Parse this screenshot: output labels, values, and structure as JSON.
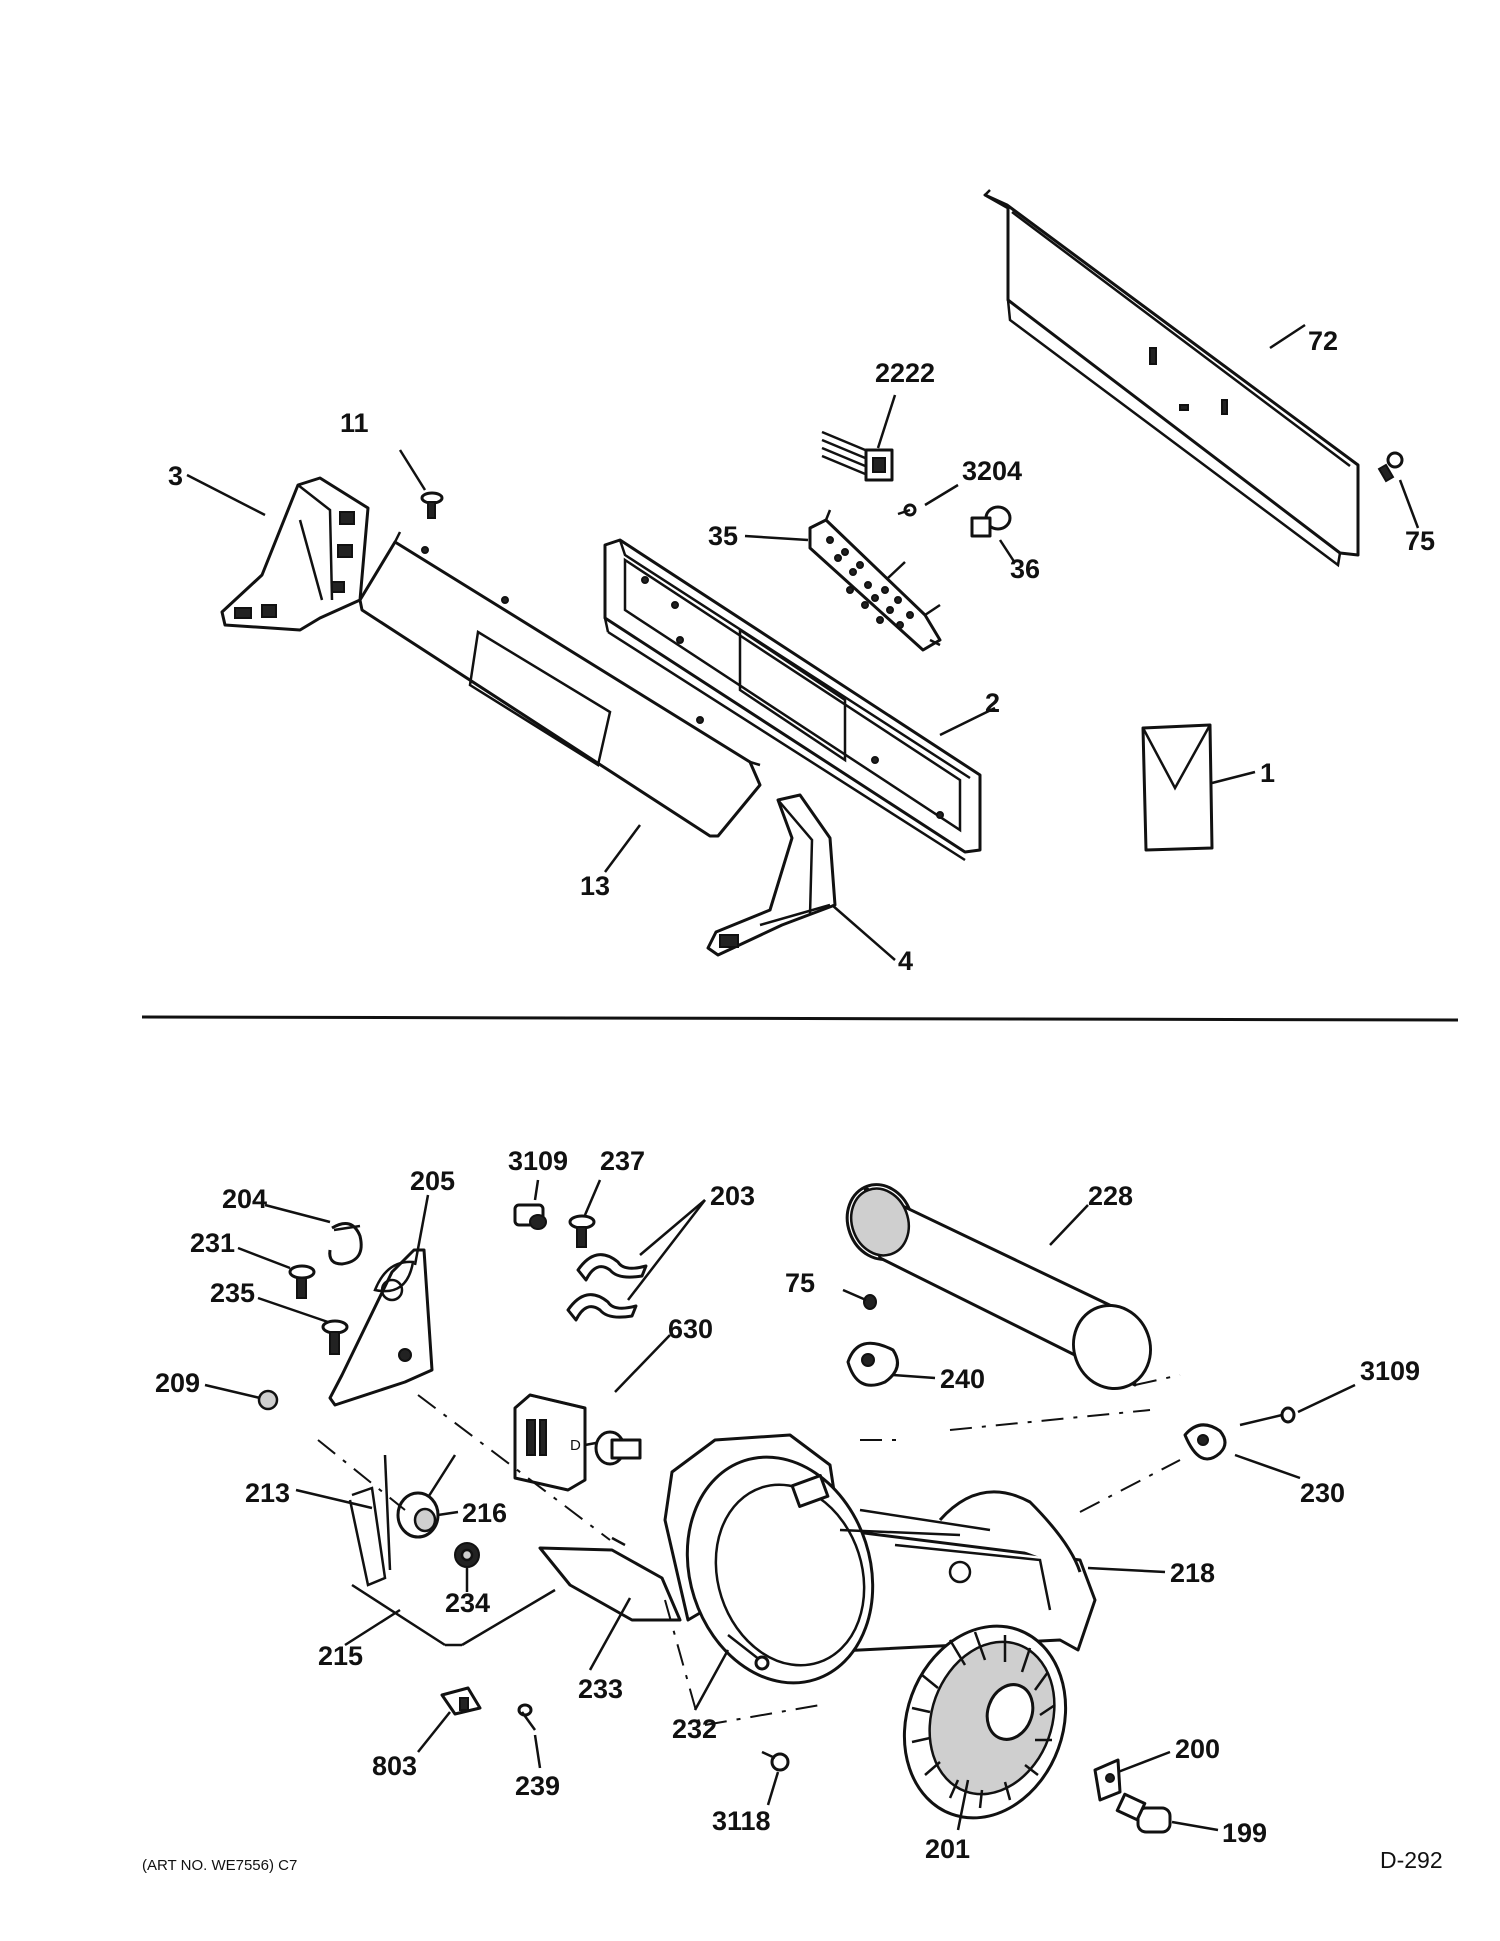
{
  "callouts": {
    "c72": "72",
    "c2222": "2222",
    "c11": "11",
    "c3": "3",
    "c3204": "3204",
    "c35": "35",
    "c36": "36",
    "c75_top": "75",
    "c2": "2",
    "c1": "1",
    "c13": "13",
    "c4": "4",
    "c3109_left": "3109",
    "c237": "237",
    "c205": "205",
    "c203": "203",
    "c228": "228",
    "c204": "204",
    "c231": "231",
    "c75_bottom": "75",
    "c235": "235",
    "c630": "630",
    "c240": "240",
    "c3109_right": "3109",
    "c209": "209",
    "c213": "213",
    "c216": "216",
    "c230": "230",
    "c218": "218",
    "c234": "234",
    "c215": "215",
    "c233": "233",
    "c232": "232",
    "c200": "200",
    "c803": "803",
    "c239": "239",
    "c3118": "3118",
    "c201": "201",
    "c199": "199"
  },
  "footer": {
    "art_number": "(ART NO. WE7556) C7",
    "diagram_code": "D-292"
  }
}
